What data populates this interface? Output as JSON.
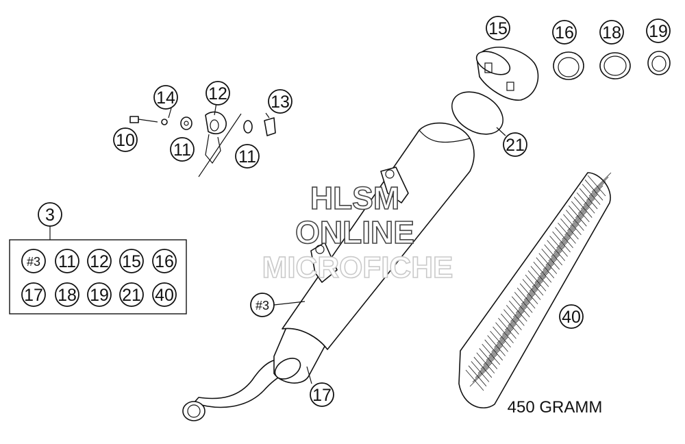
{
  "callouts": {
    "c15": "15",
    "c16": "16",
    "c18": "18",
    "c19": "19",
    "c14": "14",
    "c12": "12",
    "c13": "13",
    "c10": "10",
    "c11a": "11",
    "c11b": "11",
    "c21": "21",
    "c3": "3",
    "c40": "40",
    "c3b": "#3",
    "c17": "17"
  },
  "kit": {
    "row1": [
      "#3",
      "11",
      "12",
      "15",
      "16"
    ],
    "row2": [
      "17",
      "18",
      "19",
      "21",
      "40"
    ]
  },
  "note": "450 GRAMM",
  "watermark": {
    "line1": "HLSM",
    "line2": "ONLINE",
    "line3": "MICROFICHE"
  }
}
